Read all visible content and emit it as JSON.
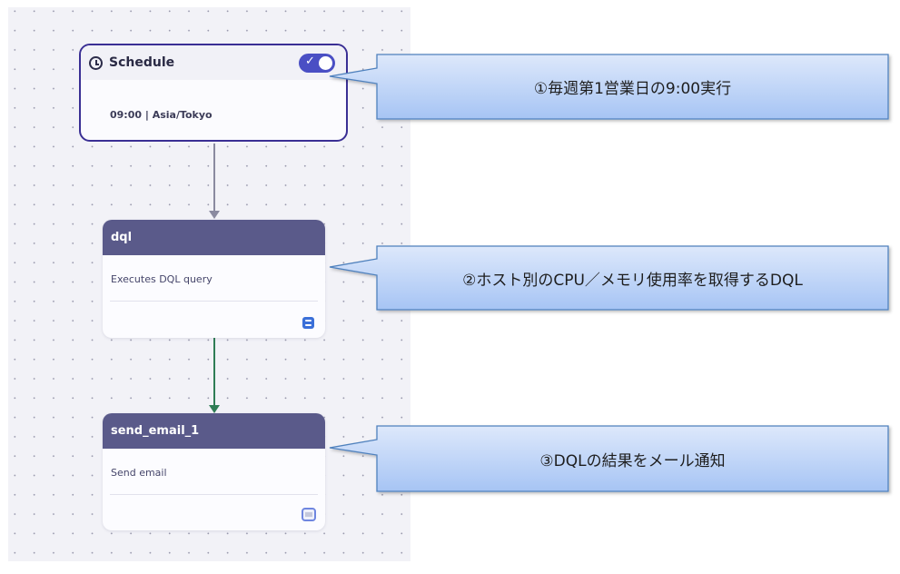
{
  "workflow": {
    "trigger": {
      "title": "Schedule",
      "icon": "clock-icon",
      "enabled": true,
      "schedule_text": "09:00 | Asia/Tokyo"
    },
    "tasks": [
      {
        "name": "dql",
        "description": "Executes DQL query",
        "app_icon": "dql-app-icon"
      },
      {
        "name": "send_email_1",
        "description": "Send email",
        "app_icon": "email-app-icon"
      }
    ],
    "edges": [
      {
        "from": "Schedule",
        "to": "dql",
        "color": "#8a8aa0"
      },
      {
        "from": "dql",
        "to": "send_email_1",
        "color": "#2f7d55"
      }
    ]
  },
  "annotations": [
    {
      "text": "①毎週第1営業日の9:00実行",
      "target": "Schedule"
    },
    {
      "text": "②ホスト別のCPU／メモリ使用率を取得するDQL",
      "target": "dql"
    },
    {
      "text": "③DQLの結果をメール通知",
      "target": "send_email_1"
    }
  ],
  "colors": {
    "trigger_border": "#3a2f94",
    "task_header": "#5a5a8a",
    "toggle_on": "#4a4fc4",
    "callout_top": "#dde8fb",
    "callout_bottom": "#a6c4f4",
    "callout_border": "#4f81bd"
  }
}
